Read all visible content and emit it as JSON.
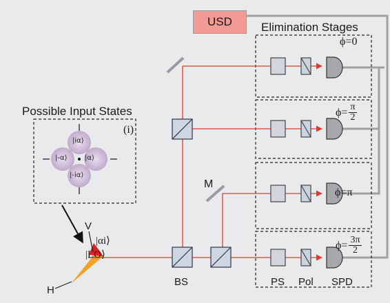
{
  "usd_label": "USD",
  "elimination_title": "Elimination Stages",
  "input_states_title": "Possible Input States",
  "inset_label": "(i)",
  "input_states": [
    "|iα⟩",
    "|α⟩",
    "|-α⟩",
    "|-iα⟩"
  ],
  "phases": [
    {
      "prefix": "ϕ=",
      "value": "0",
      "num": "",
      "den": ""
    },
    {
      "prefix": "ϕ=",
      "value": "",
      "num": "π",
      "den": "2"
    },
    {
      "prefix": "ϕ=",
      "value": "π",
      "num": "",
      "den": ""
    },
    {
      "prefix": "ϕ=",
      "value": "",
      "num": "3π",
      "den": "2"
    }
  ],
  "labels": {
    "mirror": "M",
    "beam_splitter": "BS",
    "phase_shifter": "PS",
    "polarizer": "Pol",
    "detector": "SPD",
    "vertical": "V",
    "horizontal": "H",
    "signal_state": "|αi⟩",
    "local_oscillator": "|LO⟩"
  },
  "colors": {
    "background": "#e8eaeb",
    "beam": "#e23a2a",
    "component_fill": "#d3d5dc",
    "detector_fill": "#a8a8ac",
    "wire": "#a0a0a0",
    "usd_fill": "#f29a96",
    "cone_orange": "#f4a02a",
    "cone_red": "#e02020",
    "state_blob": "#c9b3d3"
  }
}
